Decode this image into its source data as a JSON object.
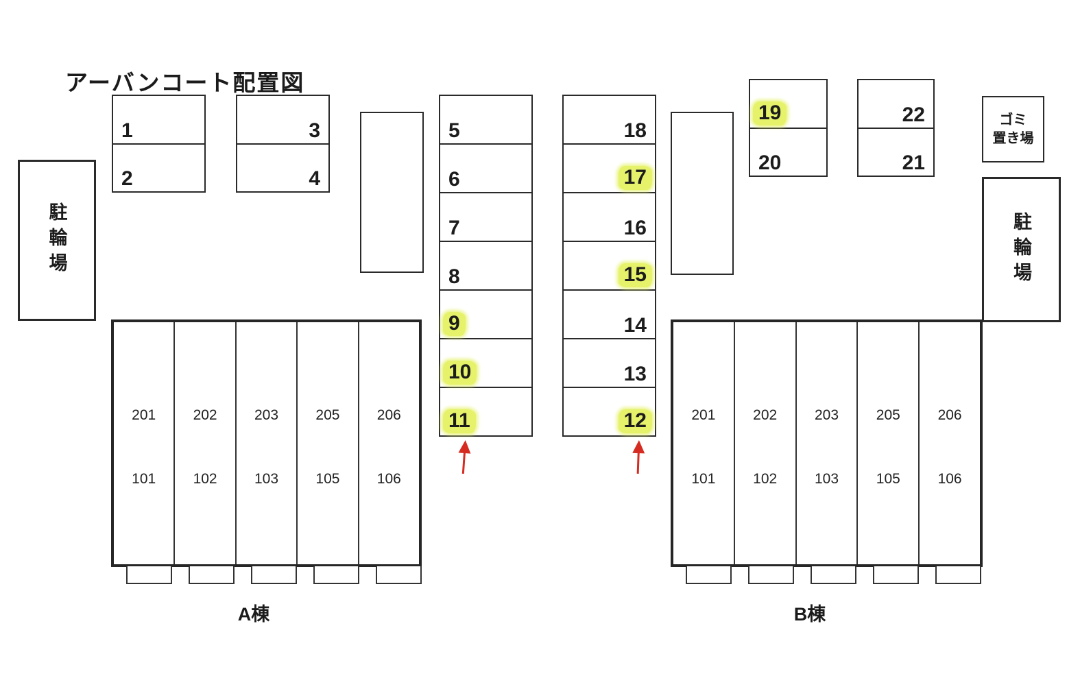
{
  "title": "アーバンコート配置図",
  "colors": {
    "highlight": "#e5f26a",
    "arrow_red": "#d62b20",
    "line": "#2a2a2a"
  },
  "parking": {
    "pair_1_2": {
      "cells": [
        {
          "label": "1",
          "highlighted": false
        },
        {
          "label": "2",
          "highlighted": false
        }
      ]
    },
    "pair_3_4": {
      "cells": [
        {
          "label": "3",
          "highlighted": false
        },
        {
          "label": "4",
          "highlighted": false
        }
      ]
    },
    "row_5_11": {
      "cells": [
        {
          "label": "5",
          "highlighted": false
        },
        {
          "label": "6",
          "highlighted": false
        },
        {
          "label": "7",
          "highlighted": false
        },
        {
          "label": "8",
          "highlighted": false
        },
        {
          "label": "9",
          "highlighted": true
        },
        {
          "label": "10",
          "highlighted": true
        },
        {
          "label": "11",
          "highlighted": true
        }
      ]
    },
    "row_18_12": {
      "cells": [
        {
          "label": "18",
          "highlighted": false
        },
        {
          "label": "17",
          "highlighted": true
        },
        {
          "label": "16",
          "highlighted": false
        },
        {
          "label": "15",
          "highlighted": true
        },
        {
          "label": "14",
          "highlighted": false
        },
        {
          "label": "13",
          "highlighted": false
        },
        {
          "label": "12",
          "highlighted": true
        }
      ]
    },
    "pair_19_20": {
      "cells": [
        {
          "label": "19",
          "highlighted": true
        },
        {
          "label": "20",
          "highlighted": false
        }
      ]
    },
    "pair_22_21": {
      "cells": [
        {
          "label": "22",
          "highlighted": false
        },
        {
          "label": "21",
          "highlighted": false
        }
      ]
    }
  },
  "facilities": {
    "bicycle_parking_left": "駐輪場",
    "bicycle_parking_right": "駐輪場",
    "garbage_line1": "ゴミ",
    "garbage_line2": "置き場"
  },
  "buildings": {
    "a": {
      "label": "A棟",
      "upper_rooms": [
        "201",
        "202",
        "203",
        "205",
        "206"
      ],
      "lower_rooms": [
        "101",
        "102",
        "103",
        "105",
        "106"
      ]
    },
    "b": {
      "label": "B棟",
      "upper_rooms": [
        "201",
        "202",
        "203",
        "205",
        "206"
      ],
      "lower_rooms": [
        "101",
        "102",
        "103",
        "105",
        "106"
      ]
    }
  },
  "annotations": {
    "arrow_targets": [
      "11",
      "12"
    ]
  }
}
